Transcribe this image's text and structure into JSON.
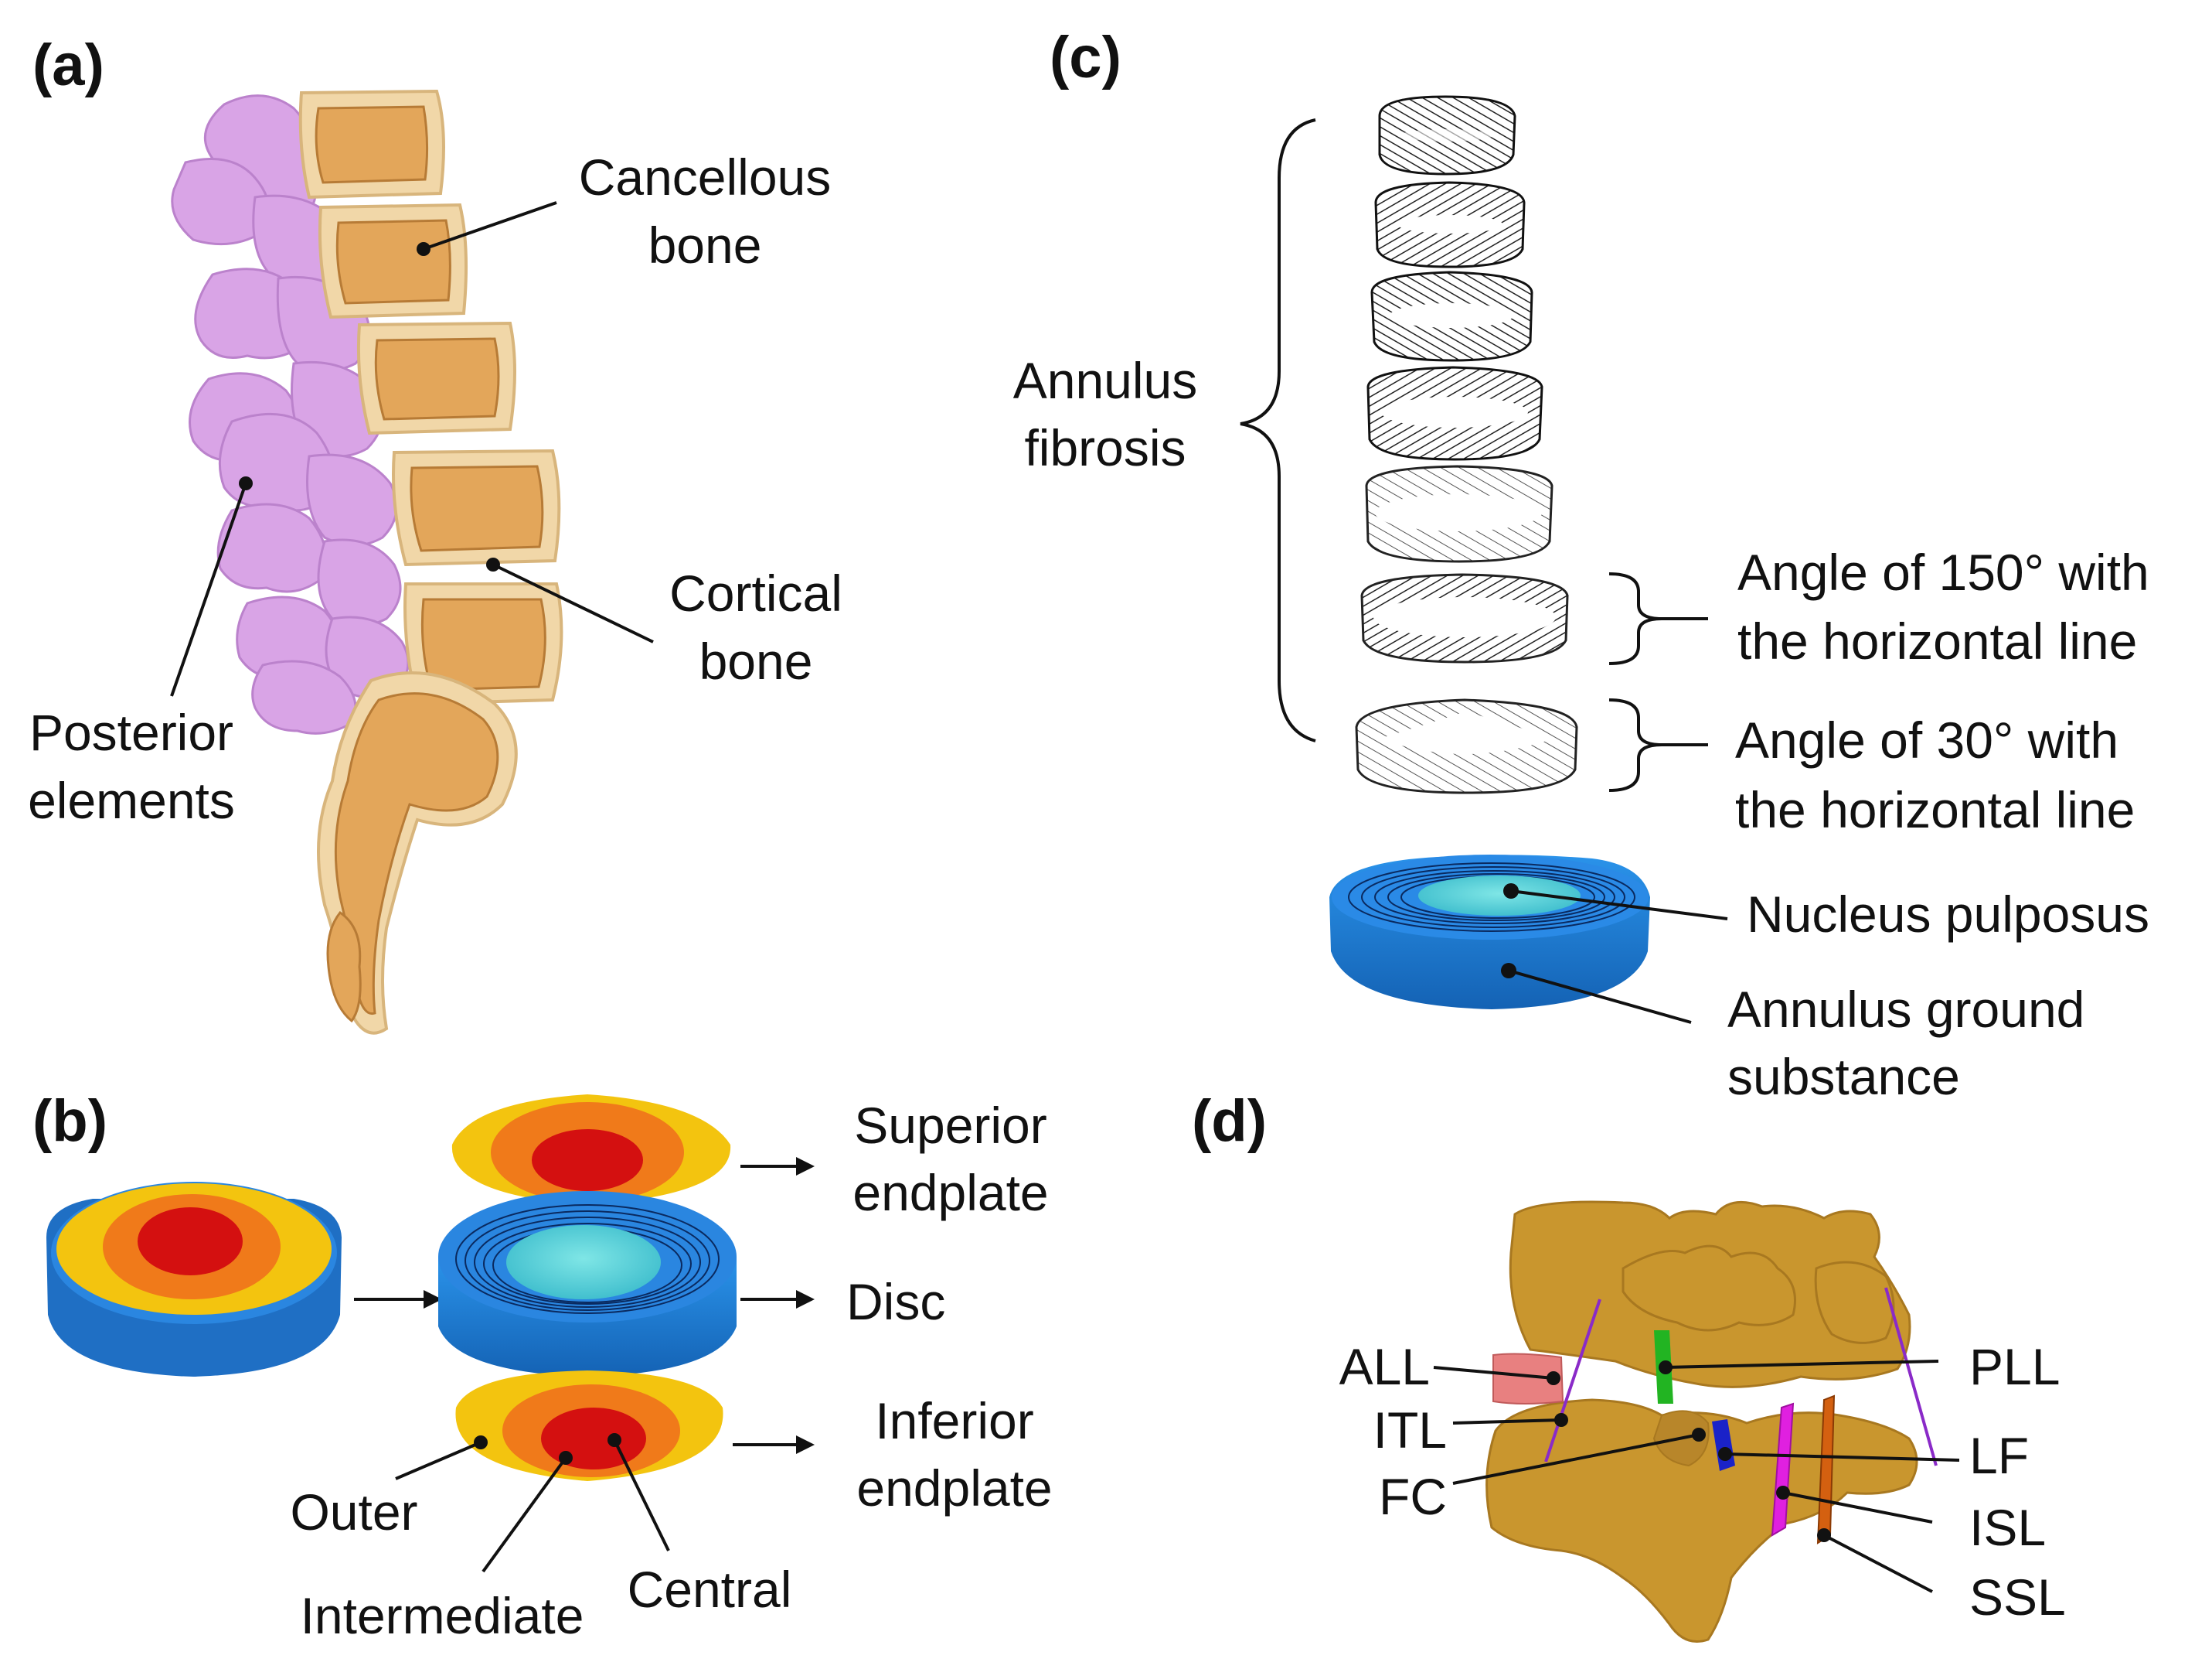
{
  "panels": {
    "a": {
      "letter": "(a)",
      "cancellous_line1": "Cancellous",
      "cancellous_line2": "bone",
      "cortical_line1": "Cortical",
      "cortical_line2": "bone",
      "posterior_line1": "Posterior",
      "posterior_line2": "elements"
    },
    "b": {
      "letter": "(b)",
      "superior_line1": "Superior",
      "superior_line2": "endplate",
      "disc": "Disc",
      "inferior_line1": "Inferior",
      "inferior_line2": "endplate",
      "outer": "Outer",
      "intermediate": "Intermediate",
      "central": "Central"
    },
    "c": {
      "letter": "(c)",
      "annulus_line1": "Annulus",
      "annulus_line2": "fibrosis",
      "angle150_line1": "Angle of 150° with",
      "angle150_line2": "the horizontal line",
      "angle30_line1": "Angle of 30° with",
      "angle30_line2": "the horizontal line",
      "nucleus": "Nucleus pulposus",
      "ground_line1": "Annulus ground",
      "ground_line2": "substance"
    },
    "d": {
      "letter": "(d)",
      "all": "ALL",
      "itl": "ITL",
      "fc": "FC",
      "pll": "PLL",
      "lf": "LF",
      "isl": "ISL",
      "ssl": "SSL"
    }
  },
  "colors": {
    "posterior_elements": "#d9a4e6",
    "cancellous_bone": "#e3a65a",
    "cortical_bone": "#f1d7a8",
    "endplate_outer": "#f3c40f",
    "endplate_intermediate": "#f07a1a",
    "endplate_central": "#d41010",
    "disc_annulus": "#1f7fd6",
    "nucleus": "#4fd0d6",
    "vertebra_d": "#c9962e",
    "ligament_all": "#e88080",
    "ligament_pll": "#22b422",
    "ligament_lf": "#1a22c8",
    "ligament_isl": "#e020e0",
    "ligament_ssl": "#d46010",
    "ligament_itl": "#8a2ac8"
  }
}
